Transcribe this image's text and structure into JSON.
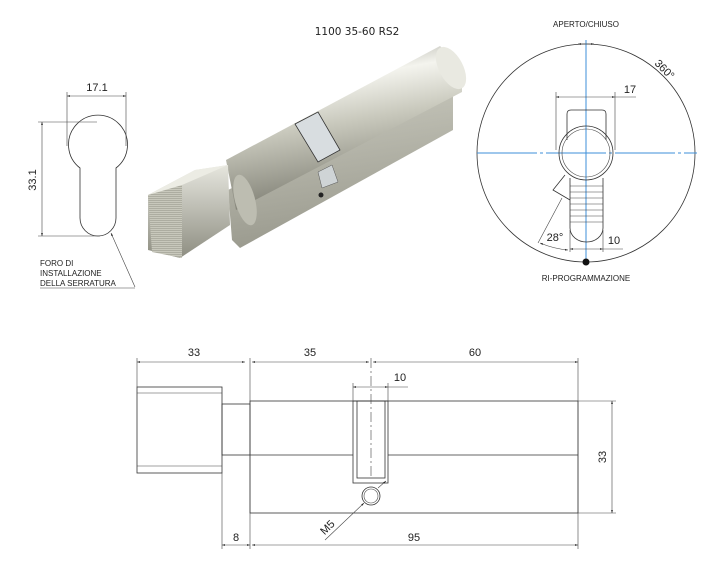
{
  "title": "1100 35-60 RS2",
  "keyhole": {
    "width_label": "17.1",
    "height_label": "33.1",
    "note_lines": [
      "FORO DI",
      "INSTALLAZIONE",
      "DELLA SERRATURA"
    ]
  },
  "rotation_view": {
    "top_label": "APERTO/CHIUSO",
    "bottom_label": "RI-PROGRAMMAZIONE",
    "angle_full": "360°",
    "angle_cam": "28°",
    "dim_width": "17",
    "dim_grip": "10"
  },
  "side_view": {
    "dim_knob": "33",
    "dim_left": "35",
    "dim_right": "60",
    "dim_cam": "10",
    "dim_height": "33",
    "dim_gap": "8",
    "dim_body": "95",
    "thread_label": "M5"
  },
  "colors": {
    "centerline": "#3d8fd8",
    "line": "#333333"
  }
}
